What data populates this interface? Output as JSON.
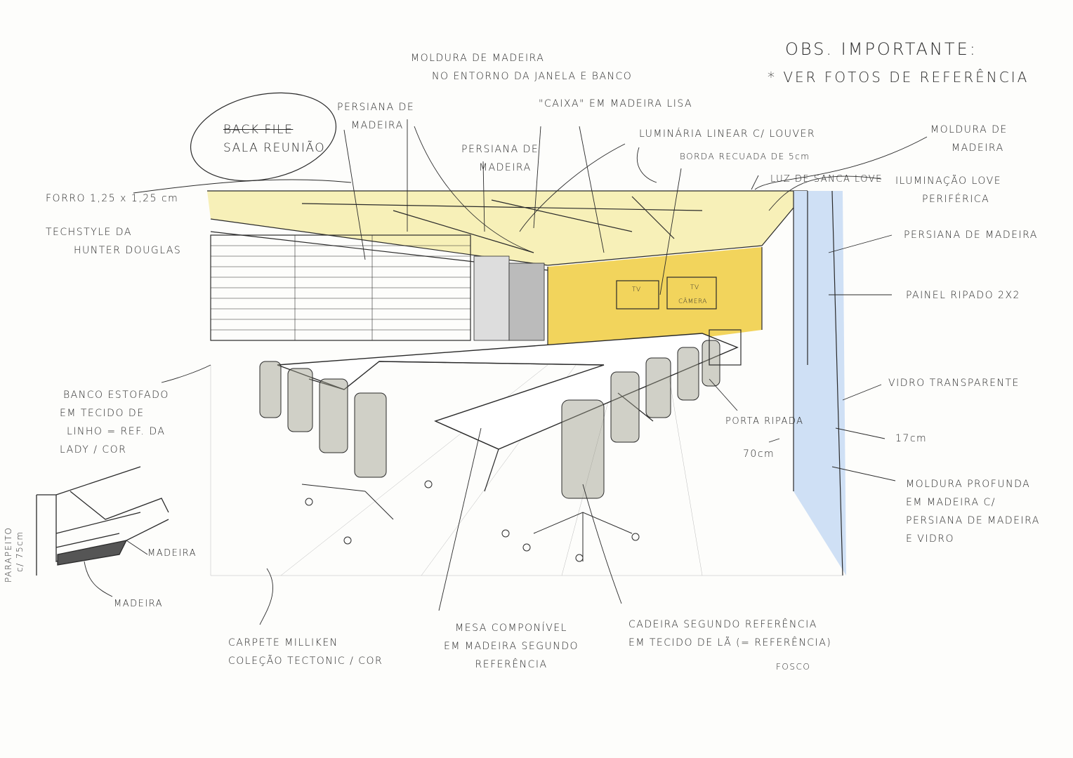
{
  "title_note": {
    "line1": "OBS. IMPORTANTE:",
    "line2": "* VER FOTOS DE REFERÊNCIA"
  },
  "oval_label": {
    "line1": "BACK FILE",
    "line2": "SALA REUNIÃO"
  },
  "labels": {
    "persiana_top_left": [
      "PERSIANA DE",
      "MADEIRA"
    ],
    "moldura_janela": [
      "MOLDURA DE MADEIRA",
      "NO ENTORNO DA JANELA E BANCO"
    ],
    "caixa": "\"CAIXA\" EM MADEIRA LISA",
    "persiana_center": [
      "PERSIANA DE",
      "MADEIRA"
    ],
    "luminaria": "LUMINÁRIA LINEAR C/ LOUVER",
    "borda": "BORDA RECUADA DE 5cm",
    "luz_sanca": "LUZ DE SANCA LOVE",
    "moldura_right": [
      "MOLDURA DE",
      "MADEIRA"
    ],
    "iluminacao": [
      "ILUMINAÇÃO LOVE",
      "PERIFÉRICA"
    ],
    "persiana_right": "PERSIANA DE MADEIRA",
    "painel": "PAINEL RIPADO 2X2",
    "vidro": "VIDRO TRANSPARENTE",
    "dim_17": "17cm",
    "moldura_profunda": [
      "MOLDURA PROFUNDA",
      "EM MADEIRA C/",
      "PERSIANA DE MADEIRA",
      "E VIDRO"
    ],
    "porta": "PORTA RIPADA",
    "dim_70": "70cm",
    "forro": "FORRO 1,25 x 1,25 cm",
    "techstyle": [
      "TECHSTYLE DA",
      "HUNTER DOUGLAS"
    ],
    "banco": [
      "BANCO ESTOFADO",
      "EM TECIDO DE",
      "LINHO = REF. DA",
      "LADY / COR"
    ],
    "parapeito": [
      "PARAPEITO",
      "c/ 75cm"
    ],
    "madeira_1": "MADEIRA",
    "madeira_2": "MADEIRA",
    "carpete": [
      "CARPETE MILLIKEN",
      "COLEÇÃO TECTONIC / COR"
    ],
    "mesa": [
      "MESA COMPONÍVEL",
      "EM MADEIRA SEGUNDO",
      "REFERÊNCIA"
    ],
    "cadeira": [
      "CADEIRA SEGUNDO REFERÊNCIA",
      "EM TECIDO DE LÃ (= REFERÊNCIA)"
    ],
    "fosco": "FOSCO",
    "tv_1": "TV",
    "tv_2": "TV",
    "camera": "CÂMERA"
  },
  "colors": {
    "ceiling": "#f7f0b8",
    "wall": "#f2d45c",
    "glass": "#cfe0f5",
    "ink": "#2a2a2a"
  }
}
